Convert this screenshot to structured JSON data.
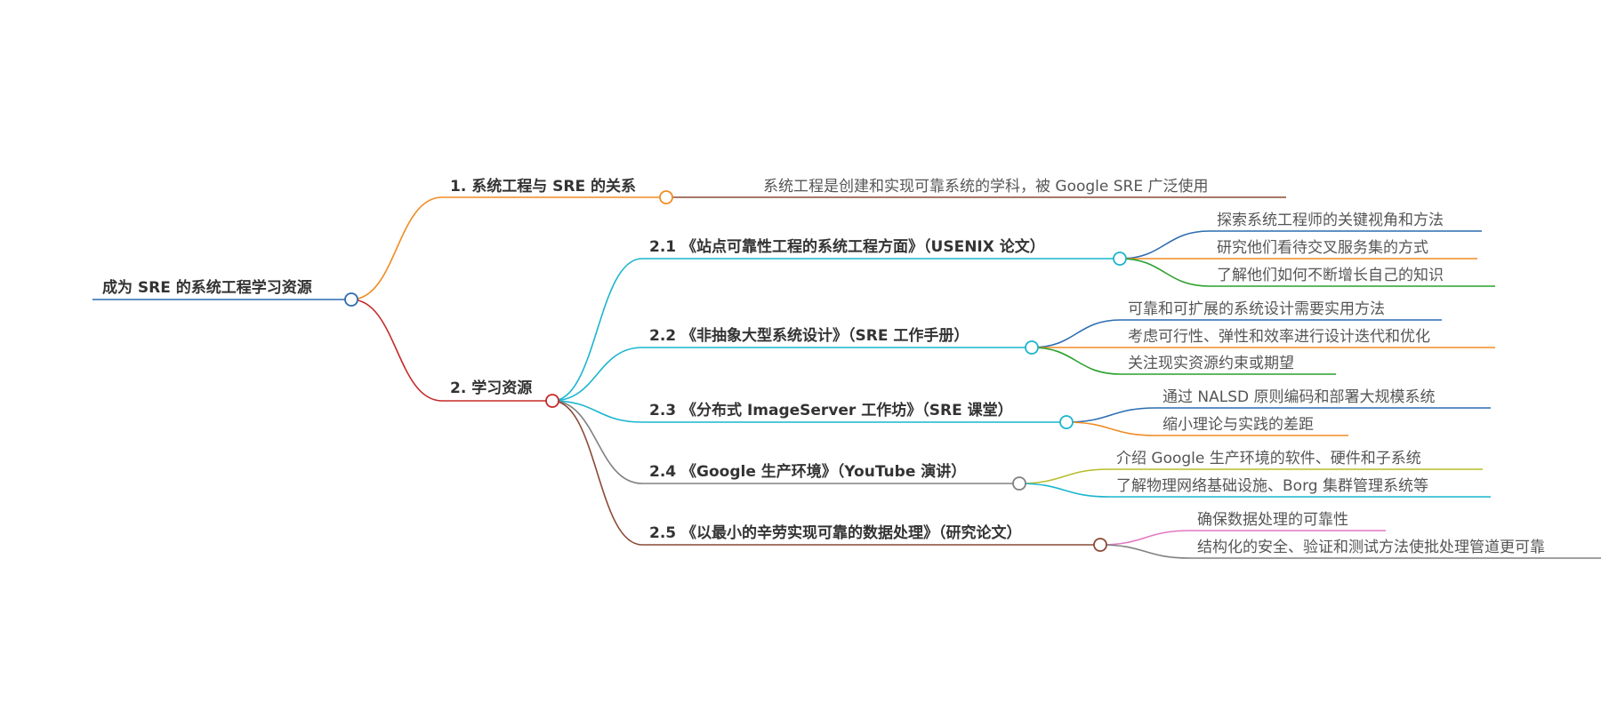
{
  "root": {
    "label": "成为 SRE 的系统工程学习资源",
    "color": "#2b6cb0"
  },
  "branches": [
    {
      "label": "1. 系统工程与 SRE 的关系",
      "color": "#f08c24",
      "children": [
        {
          "label": "系统工程是创建和实现可靠系统的学科，被 Google SRE 广泛使用",
          "color": "#8b4a36",
          "children": []
        }
      ]
    },
    {
      "label": "2. 学习资源",
      "color": "#c62828",
      "children": [
        {
          "label": "2.1 《站点可靠性工程的系统工程方面》（USENIX 论文）",
          "color": "#1ab5cf",
          "children": [
            {
              "label": "探索系统工程师的关键视角和方法",
              "color": "#2b6cb0"
            },
            {
              "label": "研究他们看待交叉服务集的方式",
              "color": "#f08c24"
            },
            {
              "label": "了解他们如何不断增长自己的知识",
              "color": "#2ca02c"
            }
          ]
        },
        {
          "label": "2.2 《非抽象大型系统设计》（SRE 工作手册）",
          "color": "#1ab5cf",
          "children": [
            {
              "label": "可靠和可扩展的系统设计需要实用方法",
              "color": "#2b6cb0"
            },
            {
              "label": "考虑可行性、弹性和效率进行设计迭代和优化",
              "color": "#f08c24"
            },
            {
              "label": "关注现实资源约束或期望",
              "color": "#2ca02c"
            }
          ]
        },
        {
          "label": "2.3 《分布式 ImageServer 工作坊》（SRE 课堂）",
          "color": "#1ab5cf",
          "children": [
            {
              "label": "通过 NALSD 原则编码和部署大规模系统",
              "color": "#2b6cb0"
            },
            {
              "label": "缩小理论与实践的差距",
              "color": "#f08c24"
            }
          ]
        },
        {
          "label": "2.4 《Google 生产环境》（YouTube 演讲）",
          "color": "#808080",
          "children": [
            {
              "label": "介绍 Google 生产环境的软件、硬件和子系统",
              "color": "#b5bd2a"
            },
            {
              "label": "了解物理网络基础设施、Borg 集群管理系统等",
              "color": "#1ab5cf"
            }
          ]
        },
        {
          "label": "2.5 《以最小的辛劳实现可靠的数据处理》（研究论文）",
          "color": "#8b4a36",
          "children": [
            {
              "label": "确保数据处理的可靠性",
              "color": "#e377c2"
            },
            {
              "label": "结构化的安全、验证和测试方法使批处理管道更可靠",
              "color": "#808080"
            }
          ]
        }
      ]
    }
  ]
}
